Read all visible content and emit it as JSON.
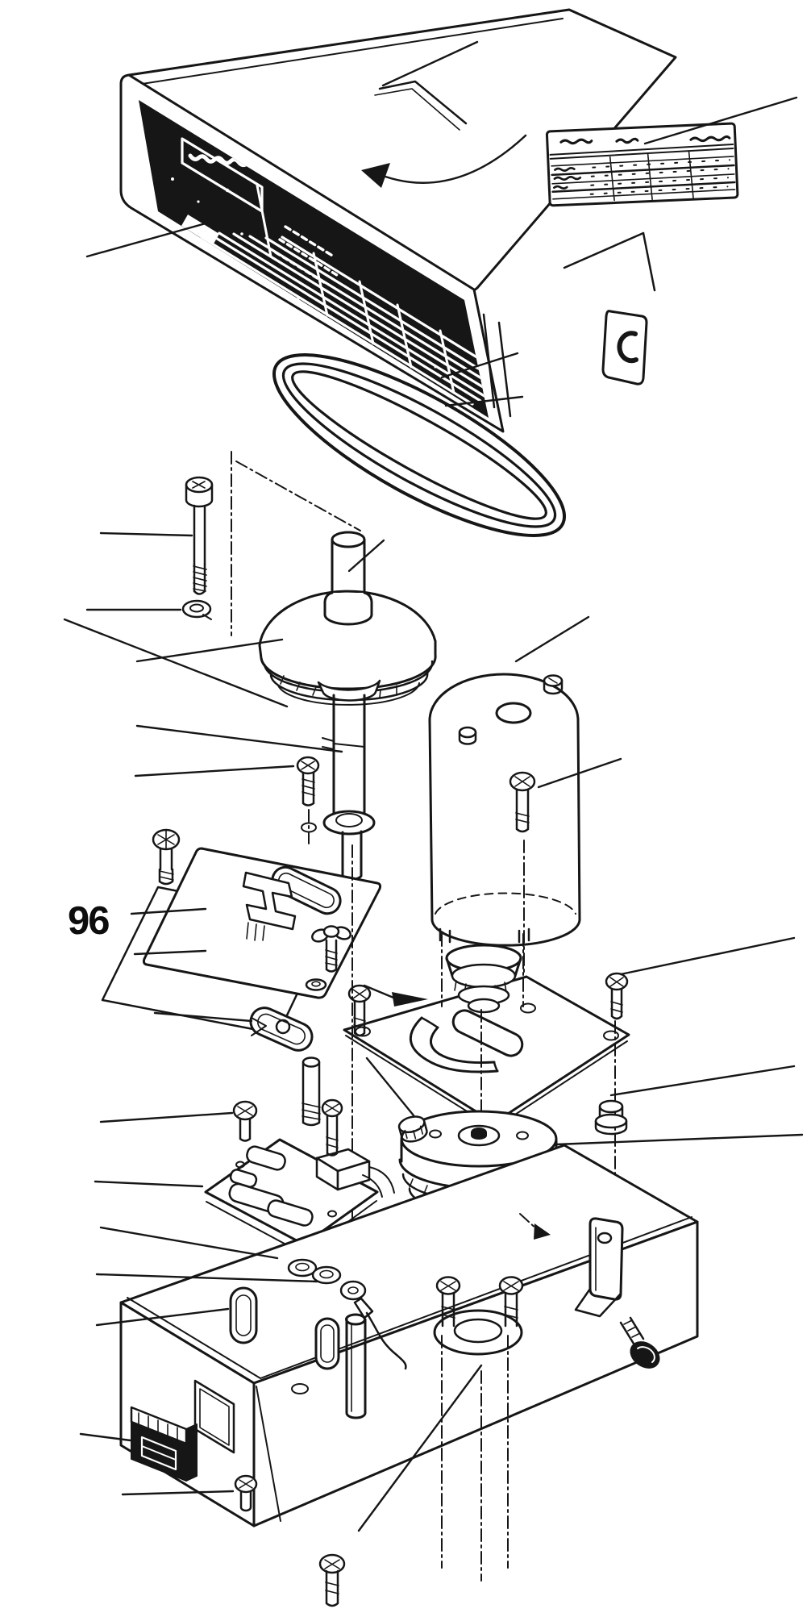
{
  "figure_label": "96",
  "diagram": {
    "type": "exploded-view-parts-diagram",
    "style": "black-ink line art, scanned service-manual page",
    "colors": {
      "ink": "#161616",
      "paper": "#ffffff"
    },
    "icons": {
      "rotate_arrow": "curved-arrow-counterclockwise",
      "insert_arrow": "solid-right-arrow"
    },
    "brand_panel": {
      "text_legible": false,
      "style": "white squiggle text on black panel"
    },
    "spec_table": {
      "text_legible": false,
      "columns": 4,
      "body_rows": 5,
      "position": "top-right"
    },
    "parts_depicted": [
      "top cover with black front label panel",
      "rating spec plate",
      "drive v-belt",
      "long socket-head cap screw",
      "lock washer",
      "handwheel pulley with boss",
      "pulley shaft with flange washer",
      "electric motor",
      "clutch cone",
      "set screw",
      "hex bolts",
      "slotted mounting plate with clamp",
      "wing bolt and washer",
      "plate gasket",
      "felt pad",
      "threaded stud",
      "circuit board with relay and capacitors",
      "spacer post",
      "top plate with kidney slots",
      "clutch pulley stack",
      "hub nut",
      "rubber bushing",
      "terminal washers and cable lug",
      "base housing",
      "pin standoffs",
      "guide post",
      "cable clamp ring with bolts",
      "corner bracket",
      "thumb screw",
      "rocker switch",
      "label recess",
      "mounting bolts"
    ]
  }
}
